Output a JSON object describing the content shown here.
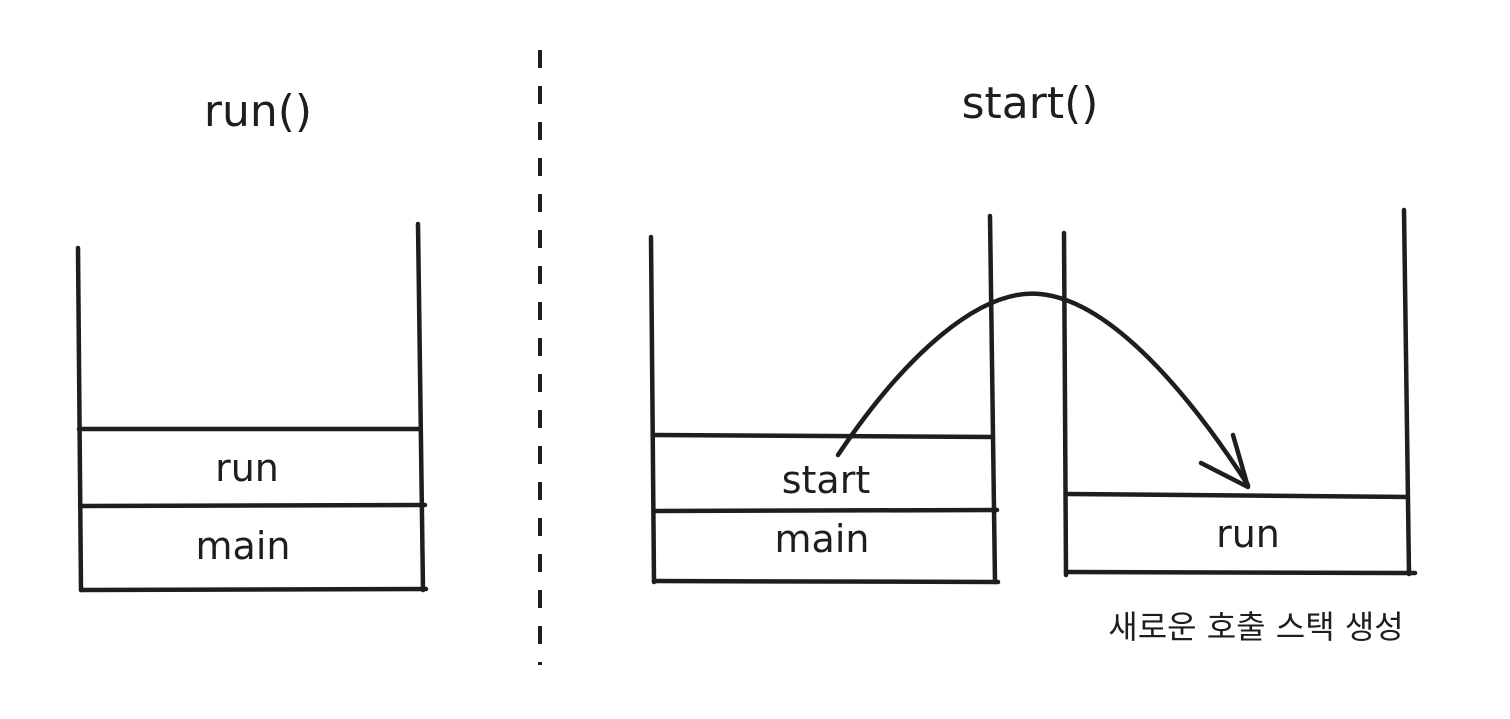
{
  "left_panel": {
    "title": "run()",
    "frames": [
      "run",
      "main"
    ]
  },
  "right_panel": {
    "title": "start()",
    "main_stack_frames": [
      "start",
      "main"
    ],
    "new_stack_frames": [
      "run"
    ],
    "caption": "새로운 호출 스택 생성"
  },
  "colors": {
    "ink": "#1e1e1e",
    "background": "#ffffff"
  }
}
